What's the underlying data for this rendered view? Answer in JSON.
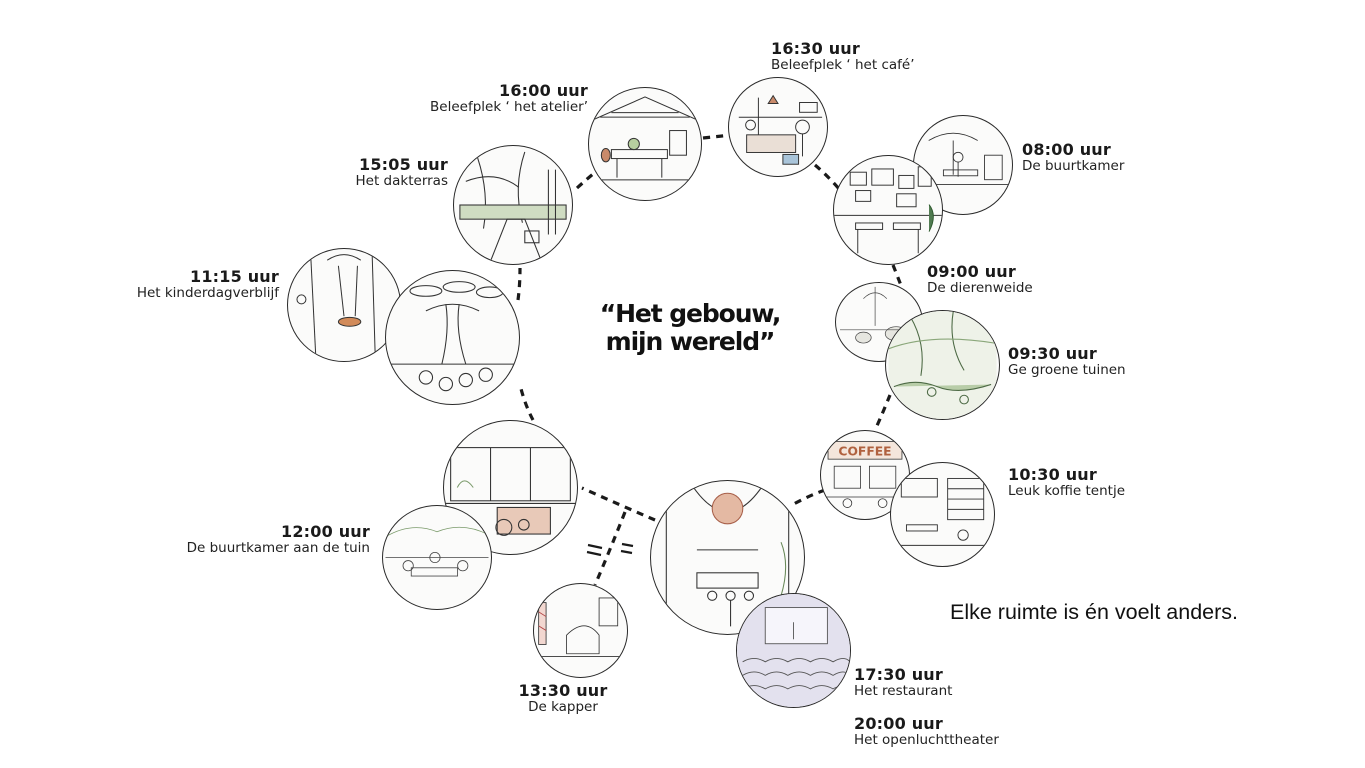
{
  "center_title": {
    "line1": "“Het gebouw,",
    "line2": "mijn wereld”"
  },
  "tagline": "Elke ruimte is én voelt anders.",
  "moments": [
    {
      "time": "08:00 uur",
      "place": "De buurtkamer"
    },
    {
      "time": "09:00 uur",
      "place": "De dierenweide"
    },
    {
      "time": "09:30 uur",
      "place": "Ge groene tuinen"
    },
    {
      "time": "10:30 uur",
      "place": "Leuk koffie tentje"
    },
    {
      "time": "11:15 uur",
      "place": "Het kinderdagverblijf"
    },
    {
      "time": "12:00 uur",
      "place": "De buurtkamer aan de tuin"
    },
    {
      "time": "13:30 uur",
      "place": "De kapper"
    },
    {
      "time": "15:05 uur",
      "place": "Het dakterras"
    },
    {
      "time": "16:00 uur",
      "place": "Beleefplek ‘ het atelier’"
    },
    {
      "time": "16:30 uur",
      "place": "Beleefplek ‘ het café’"
    },
    {
      "time": "17:30 uur",
      "place": "Het restaurant"
    },
    {
      "time": "20:00 uur",
      "place": "Het openluchttheater"
    }
  ],
  "coffee_sign": "COFFEE",
  "colors": {
    "ink": "#1a1a1a",
    "lamp_accent": "#c98a6a",
    "greenery": "#7a9a6a",
    "theater_tint": "#b9b6cf"
  }
}
